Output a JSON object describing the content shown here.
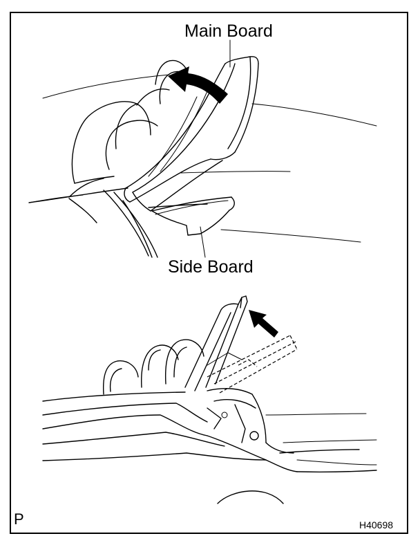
{
  "labels": {
    "main_board": "Main Board",
    "side_board": "Side Board"
  },
  "corner": {
    "left": "P",
    "right": "H40698"
  },
  "colors": {
    "ink": "#000000",
    "background": "#ffffff"
  },
  "icons": [
    "curved-arrow-icon",
    "straight-arrow-icon"
  ]
}
